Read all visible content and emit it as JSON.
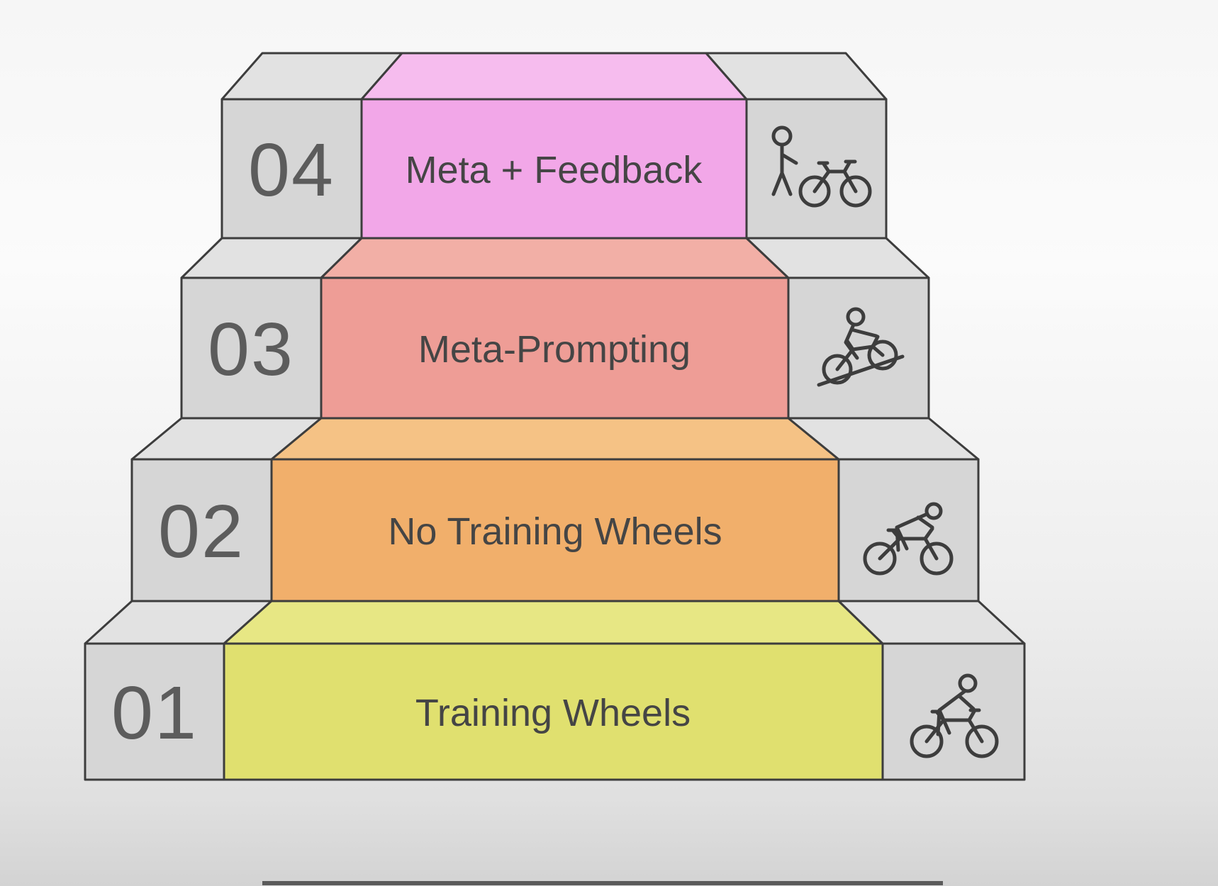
{
  "diagram": {
    "type": "staircase-levels",
    "background_top_color": "#f6f6f6",
    "background_bottom_color": "#d3d3d3",
    "outline_color": "#3d3d3d",
    "block_front_color": "#d6d6d6",
    "block_top_color": "#e2e2e2",
    "number_color": "#5c5c5c",
    "label_color": "#454545",
    "steps": [
      {
        "number": "01",
        "label": "Training Wheels",
        "front_color": "#e0e06f",
        "top_color": "#e7e784",
        "icon": "cyclist-riding-icon"
      },
      {
        "number": "02",
        "label": "No Training Wheels",
        "front_color": "#f1af6b",
        "top_color": "#f5c285",
        "icon": "cyclist-racing-icon"
      },
      {
        "number": "03",
        "label": "Meta-Prompting",
        "front_color": "#ee9d96",
        "top_color": "#f2afa6",
        "icon": "cyclist-hill-icon"
      },
      {
        "number": "04",
        "label": "Meta + Feedback",
        "front_color": "#f2a7e8",
        "top_color": "#f6bcee",
        "icon": "person-with-bicycle-icon"
      }
    ]
  }
}
